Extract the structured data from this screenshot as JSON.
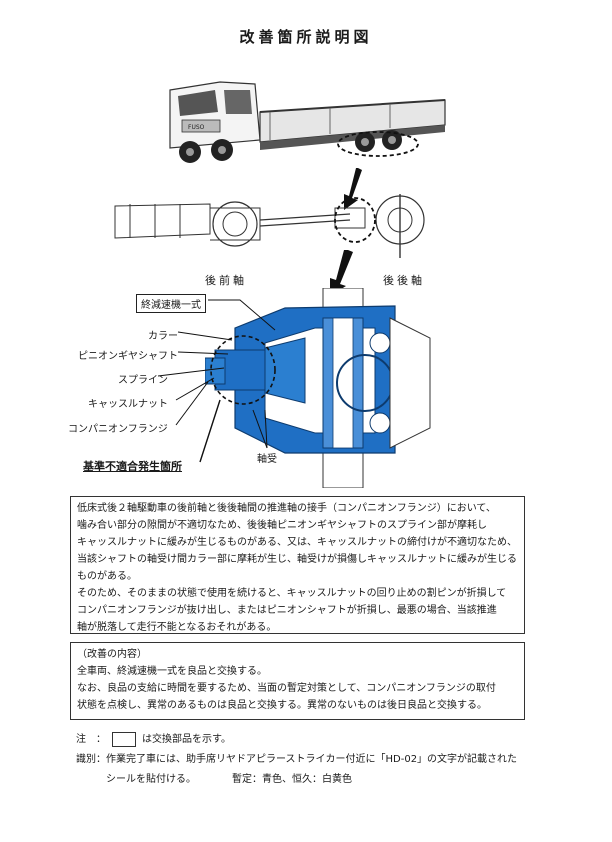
{
  "title": "改善箇所説明図",
  "axles": {
    "front_rear": "後前軸",
    "rear_rear": "後後軸"
  },
  "callouts": {
    "reducer": "終減速機一式",
    "collar": "カラー",
    "pinion_shaft": "ピニオンギヤシャフト",
    "spline": "スプライン",
    "castle_nut": "キャッスルナット",
    "companion_flange": "コンパニオンフランジ",
    "nonconformance": "基準不適合発生箇所",
    "bearing": "軸受"
  },
  "truck_brand": "FUSO",
  "colors": {
    "diagram_blue": "#1f6fc4",
    "ink": "#1a1a1a",
    "arrow": "#111111"
  },
  "description": {
    "lines": [
      "低床式後２軸駆動車の後前軸と後後軸間の推進軸の接手（コンパニオンフランジ）において、",
      "噛み合い部分の隙間が不適切なため、後後軸ピニオンギヤシャフトのスプライン部が摩耗し",
      "キャッスルナットに緩みが生じるものがある、又は、キャッスルナットの締付けが不適切なため、",
      "当該シャフトの軸受け間カラー部に摩耗が生じ、軸受けが損傷しキャッスルナットに緩みが生じる",
      "ものがある。",
      "そのため、そのままの状態で使用を続けると、キャッスルナットの回り止めの割ピンが折損して",
      "コンパニオンフランジが抜け出し、またはピニオンシャフトが折損し、最悪の場合、当該推進",
      "軸が脱落して走行不能となるおそれがある。"
    ]
  },
  "improvement": {
    "heading": "（改善の内容）",
    "lines": [
      "全車両、終減速機一式を良品と交換する。",
      "なお、良品の支給に時間を要するため、当面の暫定対策として、コンパニオンフランジの取付",
      "状態を点検し、異常のあるものは良品と交換する。異常のないものは後日良品と交換する。"
    ]
  },
  "notes": {
    "note_label": "注　：",
    "note_text": "は交換部品を示す。",
    "id_label": "識別：",
    "id_line1": "作業完了車には、助手席リヤドアピラーストライカー付近に「HD-02」の文字が記載された",
    "id_line2": "シールを貼付ける。",
    "id_line3": "暫定：青色、恒久：白黄色"
  }
}
